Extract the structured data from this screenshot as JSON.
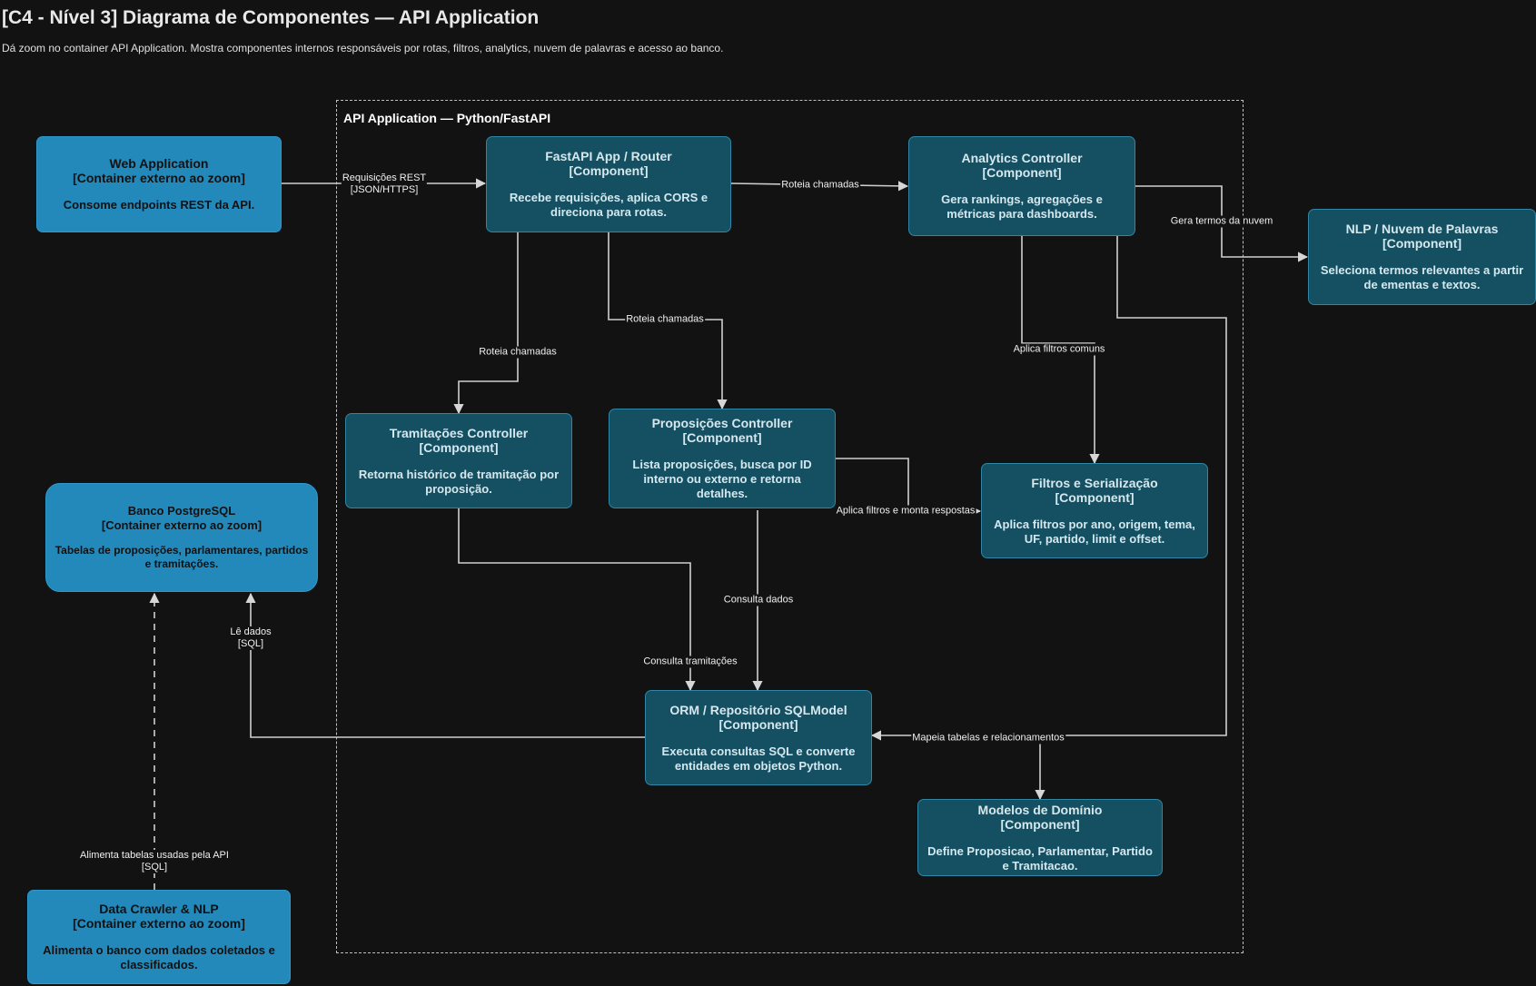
{
  "header": {
    "title": "[C4 - Nível 3] Diagrama de Componentes — API Application",
    "subtitle": "Dá zoom no container API Application. Mostra componentes internos responsáveis por rotas, filtros, analytics, nuvem de palavras e acesso ao banco."
  },
  "boundary": {
    "label": "API Application — Python/FastAPI"
  },
  "nodes": {
    "web": {
      "name": "Web Application",
      "type": "[Container externo ao zoom]",
      "desc": "Consome endpoints REST da API."
    },
    "fastapi": {
      "name": "FastAPI App / Router",
      "type": "[Component]",
      "desc": "Recebe requisições, aplica CORS e direciona para rotas."
    },
    "analytics": {
      "name": "Analytics Controller",
      "type": "[Component]",
      "desc": "Gera rankings, agregações e métricas para dashboards."
    },
    "nlp": {
      "name": "NLP / Nuvem de Palavras",
      "type": "[Component]",
      "desc": "Seleciona termos relevantes a partir de ementas e textos."
    },
    "tramitacoes": {
      "name": "Tramitações Controller",
      "type": "[Component]",
      "desc": "Retorna histórico de tramitação por proposição."
    },
    "proposicoes": {
      "name": "Proposições Controller",
      "type": "[Component]",
      "desc": "Lista proposições, busca por ID interno ou externo e retorna detalhes."
    },
    "filtros": {
      "name": "Filtros e Serialização",
      "type": "[Component]",
      "desc": "Aplica filtros por ano, origem, tema, UF, partido, limit e offset."
    },
    "banco": {
      "name": "Banco PostgreSQL",
      "type": "[Container externo ao zoom]",
      "desc": "Tabelas de proposições, parlamentares, partidos e tramitações."
    },
    "orm": {
      "name": "ORM / Repositório SQLModel",
      "type": "[Component]",
      "desc": "Executa consultas SQL e converte entidades em objetos Python."
    },
    "modelos": {
      "name": "Modelos de Domínio",
      "type": "[Component]",
      "desc": "Define Proposicao, Parlamentar, Partido e Tramitacao."
    },
    "crawler": {
      "name": "Data Crawler & NLP",
      "type": "[Container externo ao zoom]",
      "desc": "Alimenta o banco com dados coletados e classificados."
    }
  },
  "edges": {
    "web_fastapi": {
      "l1": "Requisições REST",
      "l2": "[JSON/HTTPS]"
    },
    "fastapi_analytics": "Roteia chamadas",
    "analytics_nlp": "Gera termos da nuvem",
    "fastapi_tramitacoes": "Roteia chamadas",
    "fastapi_proposicoes": "Roteia chamadas",
    "analytics_filtros": "Aplica filtros comuns",
    "proposicoes_filtros": "Aplica filtros e monta respostas",
    "proposicoes_orm": "Consulta dados",
    "tramitacoes_orm": "Consulta tramitações",
    "orm_banco": {
      "l1": "Lê dados",
      "l2": "[SQL]"
    },
    "orm_modelos": "Mapeia tabelas e relacionamentos",
    "crawler_banco": {
      "l1": "Alimenta tabelas usadas pela API",
      "l2": "[SQL]"
    }
  },
  "colors": {
    "component_fill": "#154f62",
    "external_fill": "#2389bb",
    "background": "#121212",
    "edge": "#d0d0d0"
  }
}
